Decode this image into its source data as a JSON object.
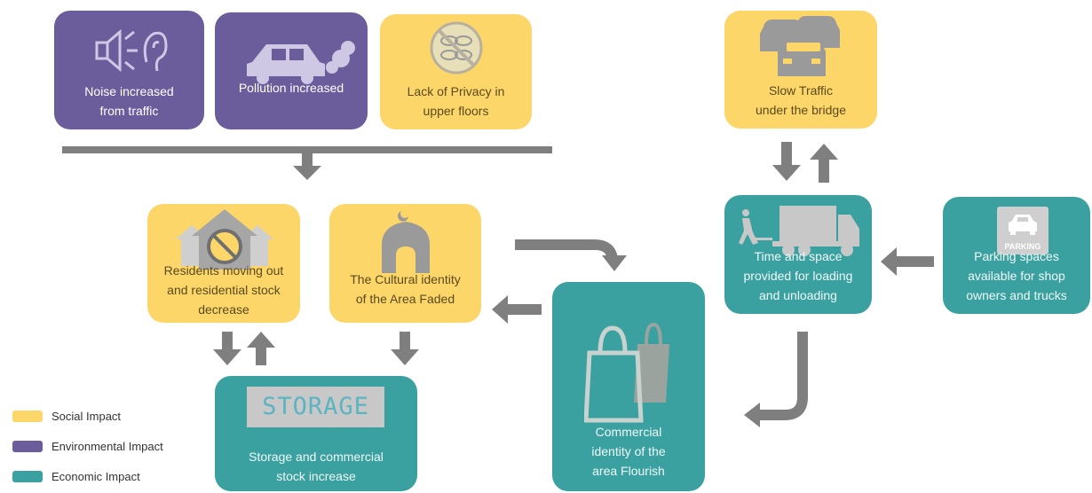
{
  "boxes": {
    "noise": "Noise increased\nfrom traffic",
    "pollution": "Pollution increased",
    "privacy": "Lack of Privacy in\nupper floors",
    "slow_traffic": "Slow Traffic\nunder the bridge",
    "residents": "Residents moving out\nand residential stock\ndecrease",
    "cultural": "The Cultural identity\nof the Area Faded",
    "time_space": "Time and space\nprovided for loading\nand unloading",
    "parking": "Parking spaces\navailable for shop\nowners and trucks",
    "storage": "Storage and commercial\nstock increase",
    "commercial": "Commercial\nidentity of the\narea Flourish"
  },
  "icon_text": {
    "parking_sign": "PARKING",
    "storage_sign": "STORAGE"
  },
  "legend": [
    {
      "label": "Social Impact",
      "color": "#fdd66a"
    },
    {
      "label": "Environmental Impact",
      "color": "#6b5c9c"
    },
    {
      "label": "Economic Impact",
      "color": "#3aa1a0"
    }
  ],
  "colors": {
    "social": "#fdd66a",
    "environmental": "#6b5c9c",
    "economic": "#3aa1a0",
    "arrow": "#7f7f7f"
  }
}
